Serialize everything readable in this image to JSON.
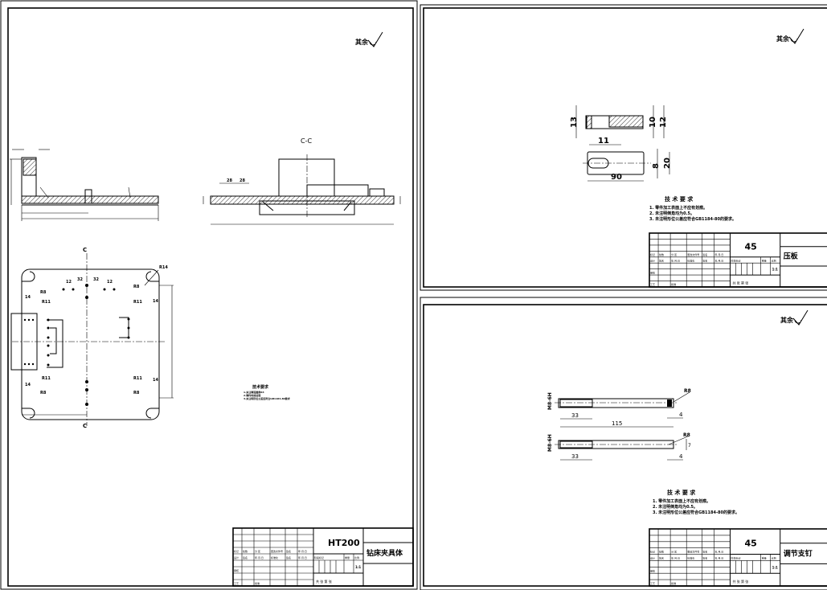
{
  "roughness": {
    "label": "其余"
  },
  "sheet_left": {
    "section_label": "C-C",
    "section_mark": "C",
    "material": "HT200",
    "part_name": "钻床夹具体",
    "dims": {
      "r14": "R14",
      "r8": "R8",
      "r11": "R11",
      "d14": "14",
      "d12": "12",
      "d32": "32",
      "d28": "28"
    },
    "tech": {
      "title": "技术要求",
      "items": [
        "1.未注铸造圆角R3",
        "2.铸件时效处理",
        "3.未注明形位公差应符合GB1184-80要求"
      ]
    }
  },
  "sheet_top_right": {
    "material": "45",
    "part_name": "压板",
    "dims": {
      "d13": "13",
      "d10": "10",
      "d12": "12",
      "d11": "11",
      "d8": "8",
      "d20": "20",
      "d90": "90"
    },
    "tech": {
      "title": "技 术 要 求",
      "items": [
        "1. 零件加工表面上不应有划痕。",
        "2. 未注明倒角均为0.5。",
        "3. 未注明形位公差应符合GB1184-80的要求。"
      ]
    }
  },
  "sheet_bottom_right": {
    "material": "45",
    "part_name": "调节支钉",
    "dims": {
      "thread": "M8-6H",
      "d33": "33",
      "d115": "115",
      "d4": "4",
      "r8": "R8",
      "d7": "7"
    },
    "tech": {
      "title": "技 术 要 求",
      "items": [
        "1. 零件加工表面上不应有划痕。",
        "2. 未注明倒角均为0.5。",
        "3. 未注明形位公差应符合GB1184-80的要求。"
      ]
    }
  },
  "title_block": {
    "row1": [
      "标记",
      "处数",
      "分 区",
      "更改文件号",
      "签名",
      "年.月.日"
    ],
    "row2": [
      "设计",
      "签名",
      "年.月.日",
      "标准化",
      "签名",
      "年.月.日"
    ],
    "stage": "阶段标记",
    "weight": "重量",
    "scale_label": "比例",
    "scale": "1:1",
    "review": "审核",
    "craft": "工艺",
    "approve": "批准",
    "sheets": "共 张 第 张"
  }
}
